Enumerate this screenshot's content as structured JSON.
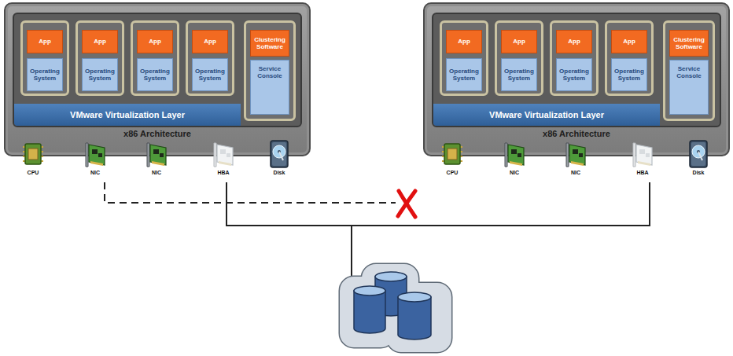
{
  "diagram": {
    "nodes": [
      {
        "text": [
          "x86 Architecture"
        ]
      },
      {
        "text": [
          "VMware Virtualization Layer"
        ],
        "in": 0
      },
      {
        "text": [
          "App"
        ],
        "in": 1
      },
      {
        "text": [
          "Operating System"
        ],
        "in": 1
      },
      {
        "text": [
          "App"
        ],
        "in": 1
      },
      {
        "text": [
          "Operating System"
        ],
        "in": 1
      },
      {
        "text": [
          "App"
        ],
        "in": 1
      },
      {
        "text": [
          "Operating System"
        ],
        "in": 1
      },
      {
        "text": [
          "App"
        ],
        "in": 1
      },
      {
        "text": [
          "Operating System"
        ],
        "in": 1
      },
      {
        "text": [
          "Clustering Software"
        ],
        "in": 1
      },
      {
        "text": [
          "Service Console"
        ],
        "in": 1
      },
      {
        "text": [
          "x86 Architecture"
        ]
      },
      {
        "text": [
          "VMware Virtualization Layer"
        ],
        "in": 12
      },
      {
        "text": [
          "App"
        ],
        "in": 13
      },
      {
        "text": [
          "Operating System"
        ],
        "in": 13
      },
      {
        "text": [
          "App"
        ],
        "in": 13
      },
      {
        "text": [
          "Operating System"
        ],
        "in": 13
      },
      {
        "text": [
          "App"
        ],
        "in": 13
      },
      {
        "text": [
          "Operating System"
        ],
        "in": 13
      },
      {
        "text": [
          "App"
        ],
        "in": 13
      },
      {
        "text": [
          "Operating System"
        ],
        "in": 13
      },
      {
        "text": [
          "Clustering Software"
        ],
        "in": 13
      },
      {
        "text": [
          "Service Console"
        ],
        "in": 13
      }
    ],
    "labels": [
      "CPU",
      "NIC",
      "NIC",
      "HBA",
      "Disk",
      "CPU",
      "NIC",
      "NIC",
      "HBA",
      "Disk"
    ]
  }
}
